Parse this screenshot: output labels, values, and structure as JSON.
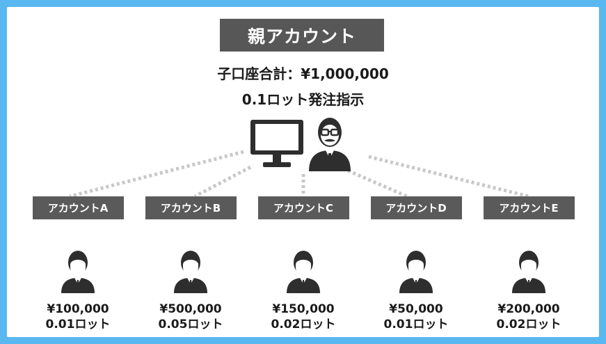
{
  "parent": {
    "title": "親アカウント",
    "summary": "子口座合計：¥1,000,000",
    "order": "0.1ロット発注指示"
  },
  "children": [
    {
      "label": "アカウントA",
      "amount": "¥100,000",
      "lot": "0.01ロット"
    },
    {
      "label": "アカウントB",
      "amount": "¥500,000",
      "lot": "0.05ロット"
    },
    {
      "label": "アカウントC",
      "amount": "¥150,000",
      "lot": "0.02ロット"
    },
    {
      "label": "アカウントD",
      "amount": "¥50,000",
      "lot": "0.01ロット"
    },
    {
      "label": "アカウントE",
      "amount": "¥200,000",
      "lot": "0.02ロット"
    }
  ],
  "colors": {
    "border": "#5ab8f0",
    "label_bg": "#575757",
    "icon": "#2e2e2e",
    "connector": "#c8c8c8"
  },
  "icons": {
    "monitor": "monitor-icon",
    "parent_person": "person-with-glasses-icon",
    "child_person": "person-icon"
  }
}
